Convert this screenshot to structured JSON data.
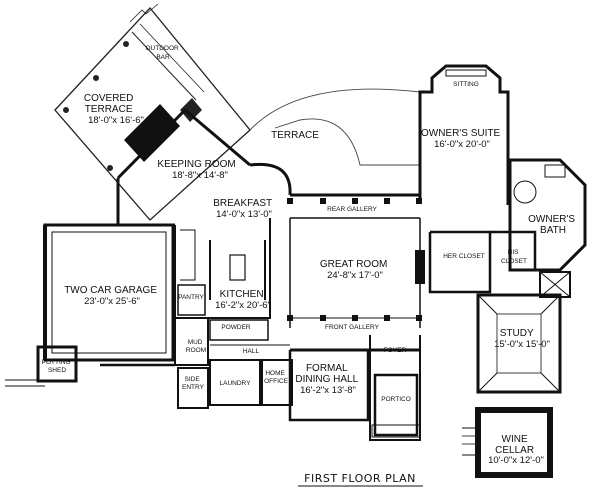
{
  "plan": {
    "title": "FIRST FLOOR PLAN",
    "rooms": {
      "outdoor_bar": [
        "OUTDOOR",
        "BAR"
      ],
      "covered_terrace": [
        "COVERED",
        "TERRACE",
        "18'-0\"x 16'-6\""
      ],
      "terrace": [
        "TERRACE"
      ],
      "keeping_room": [
        "KEEPING ROOM",
        "18'-8\"x 14'-8\""
      ],
      "sitting": [
        "SITTING"
      ],
      "owners_suite": [
        "OWNER'S SUITE",
        "16'-0\"x 20'-0\""
      ],
      "owners_bath": [
        "OWNER'S",
        "BATH"
      ],
      "breakfast": [
        "BREAKFAST",
        "14'-0\"x 13'-0\""
      ],
      "rear_gallery": [
        "REAR GALLERY"
      ],
      "her_closet": [
        "HER CLOSET"
      ],
      "his_closet": [
        "HIS",
        "CLOSET"
      ],
      "great_room": [
        "GREAT ROOM",
        "24'-8\"x 17'-0\""
      ],
      "garage": [
        "TWO CAR GARAGE",
        "23'-0\"x 25'-6\""
      ],
      "pantry": [
        "PANTRY"
      ],
      "kitchen": [
        "KITCHEN",
        "16'-2\"x 20'-6\""
      ],
      "powder": [
        "POWDER"
      ],
      "front_gallery": [
        "FRONT GALLERY"
      ],
      "study": [
        "STUDY",
        "15'-0\"x 15'-0\""
      ],
      "mud_room": [
        "MUD",
        "ROOM"
      ],
      "hall": [
        "HALL"
      ],
      "foyer": [
        "FOYER"
      ],
      "potting_shed": [
        "POTTING",
        "SHED"
      ],
      "side_entry": [
        "SIDE",
        "ENTRY"
      ],
      "laundry": [
        "LAUNDRY"
      ],
      "home_office": [
        "HOME",
        "OFFICE"
      ],
      "formal_dining": [
        "FORMAL",
        "DINING HALL",
        "16'-2\"x 13'-8\""
      ],
      "portico": [
        "PORTICO"
      ],
      "wine_cellar": [
        "WINE",
        "CELLAR",
        "10'-0\"x 12'-0\""
      ]
    }
  }
}
